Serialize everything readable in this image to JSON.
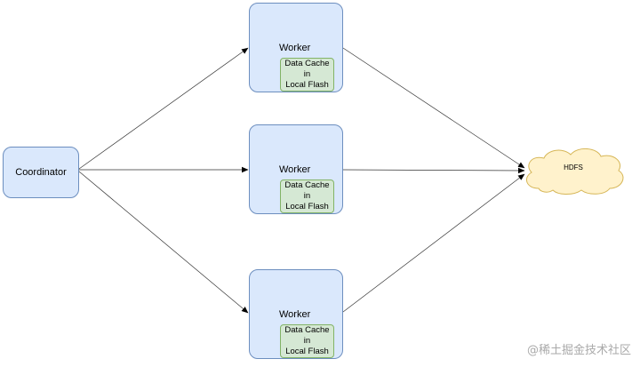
{
  "diagram": {
    "coordinator": {
      "label": "Coordinator"
    },
    "workers": [
      {
        "title": "Worker",
        "cache_lines": [
          "Data Cache",
          "in",
          "Local Flash"
        ]
      },
      {
        "title": "Worker",
        "cache_lines": [
          "Data Cache",
          "in",
          "Local Flash"
        ]
      },
      {
        "title": "Worker",
        "cache_lines": [
          "Data Cache",
          "in",
          "Local Flash"
        ]
      }
    ],
    "storage": {
      "label": "HDFS"
    },
    "edges": [
      {
        "from": "Coordinator",
        "to": "Worker 1"
      },
      {
        "from": "Coordinator",
        "to": "Worker 2"
      },
      {
        "from": "Coordinator",
        "to": "Worker 3"
      },
      {
        "from": "Worker 1",
        "to": "HDFS"
      },
      {
        "from": "Worker 2",
        "to": "HDFS"
      },
      {
        "from": "Worker 3",
        "to": "HDFS"
      }
    ]
  },
  "colors": {
    "node_fill": "#dae8fc",
    "node_stroke": "#6c8ebf",
    "cache_fill": "#d5e8d4",
    "cache_stroke": "#82b366",
    "cloud_fill": "#fff2cc",
    "cloud_stroke": "#d6b656",
    "edge": "#000000"
  },
  "watermark": {
    "text": "@稀土掘金技术社区"
  }
}
